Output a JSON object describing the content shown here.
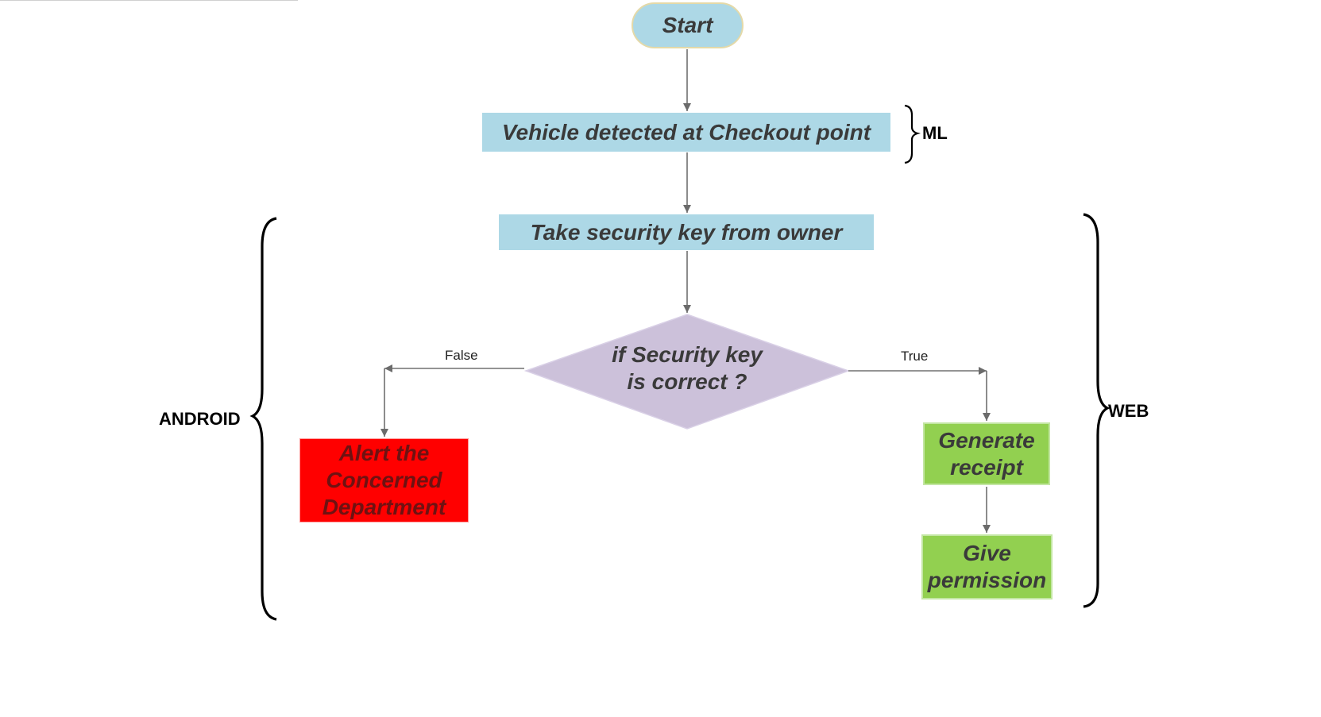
{
  "nodes": {
    "start": "Start",
    "vehicle_detected": "Vehicle detected at Checkout point",
    "take_key": "Take security key from owner",
    "decision_line1": "if Security key",
    "decision_line2": "is correct ?",
    "alert_line1": "Alert the",
    "alert_line2": "Concerned",
    "alert_line3": "Department",
    "receipt_line1": "Generate",
    "receipt_line2": "receipt",
    "permission_line1": "Give",
    "permission_line2": "permission"
  },
  "edges": {
    "false_label": "False",
    "true_label": "True"
  },
  "groups": {
    "ml": "ML",
    "android": "ANDROID",
    "web": "WEB"
  },
  "colors": {
    "process_fill": "#add8e6",
    "decision_fill": "#ccc1da",
    "alert_fill": "#ff0000",
    "success_fill": "#92d050",
    "connector": "#707070"
  }
}
